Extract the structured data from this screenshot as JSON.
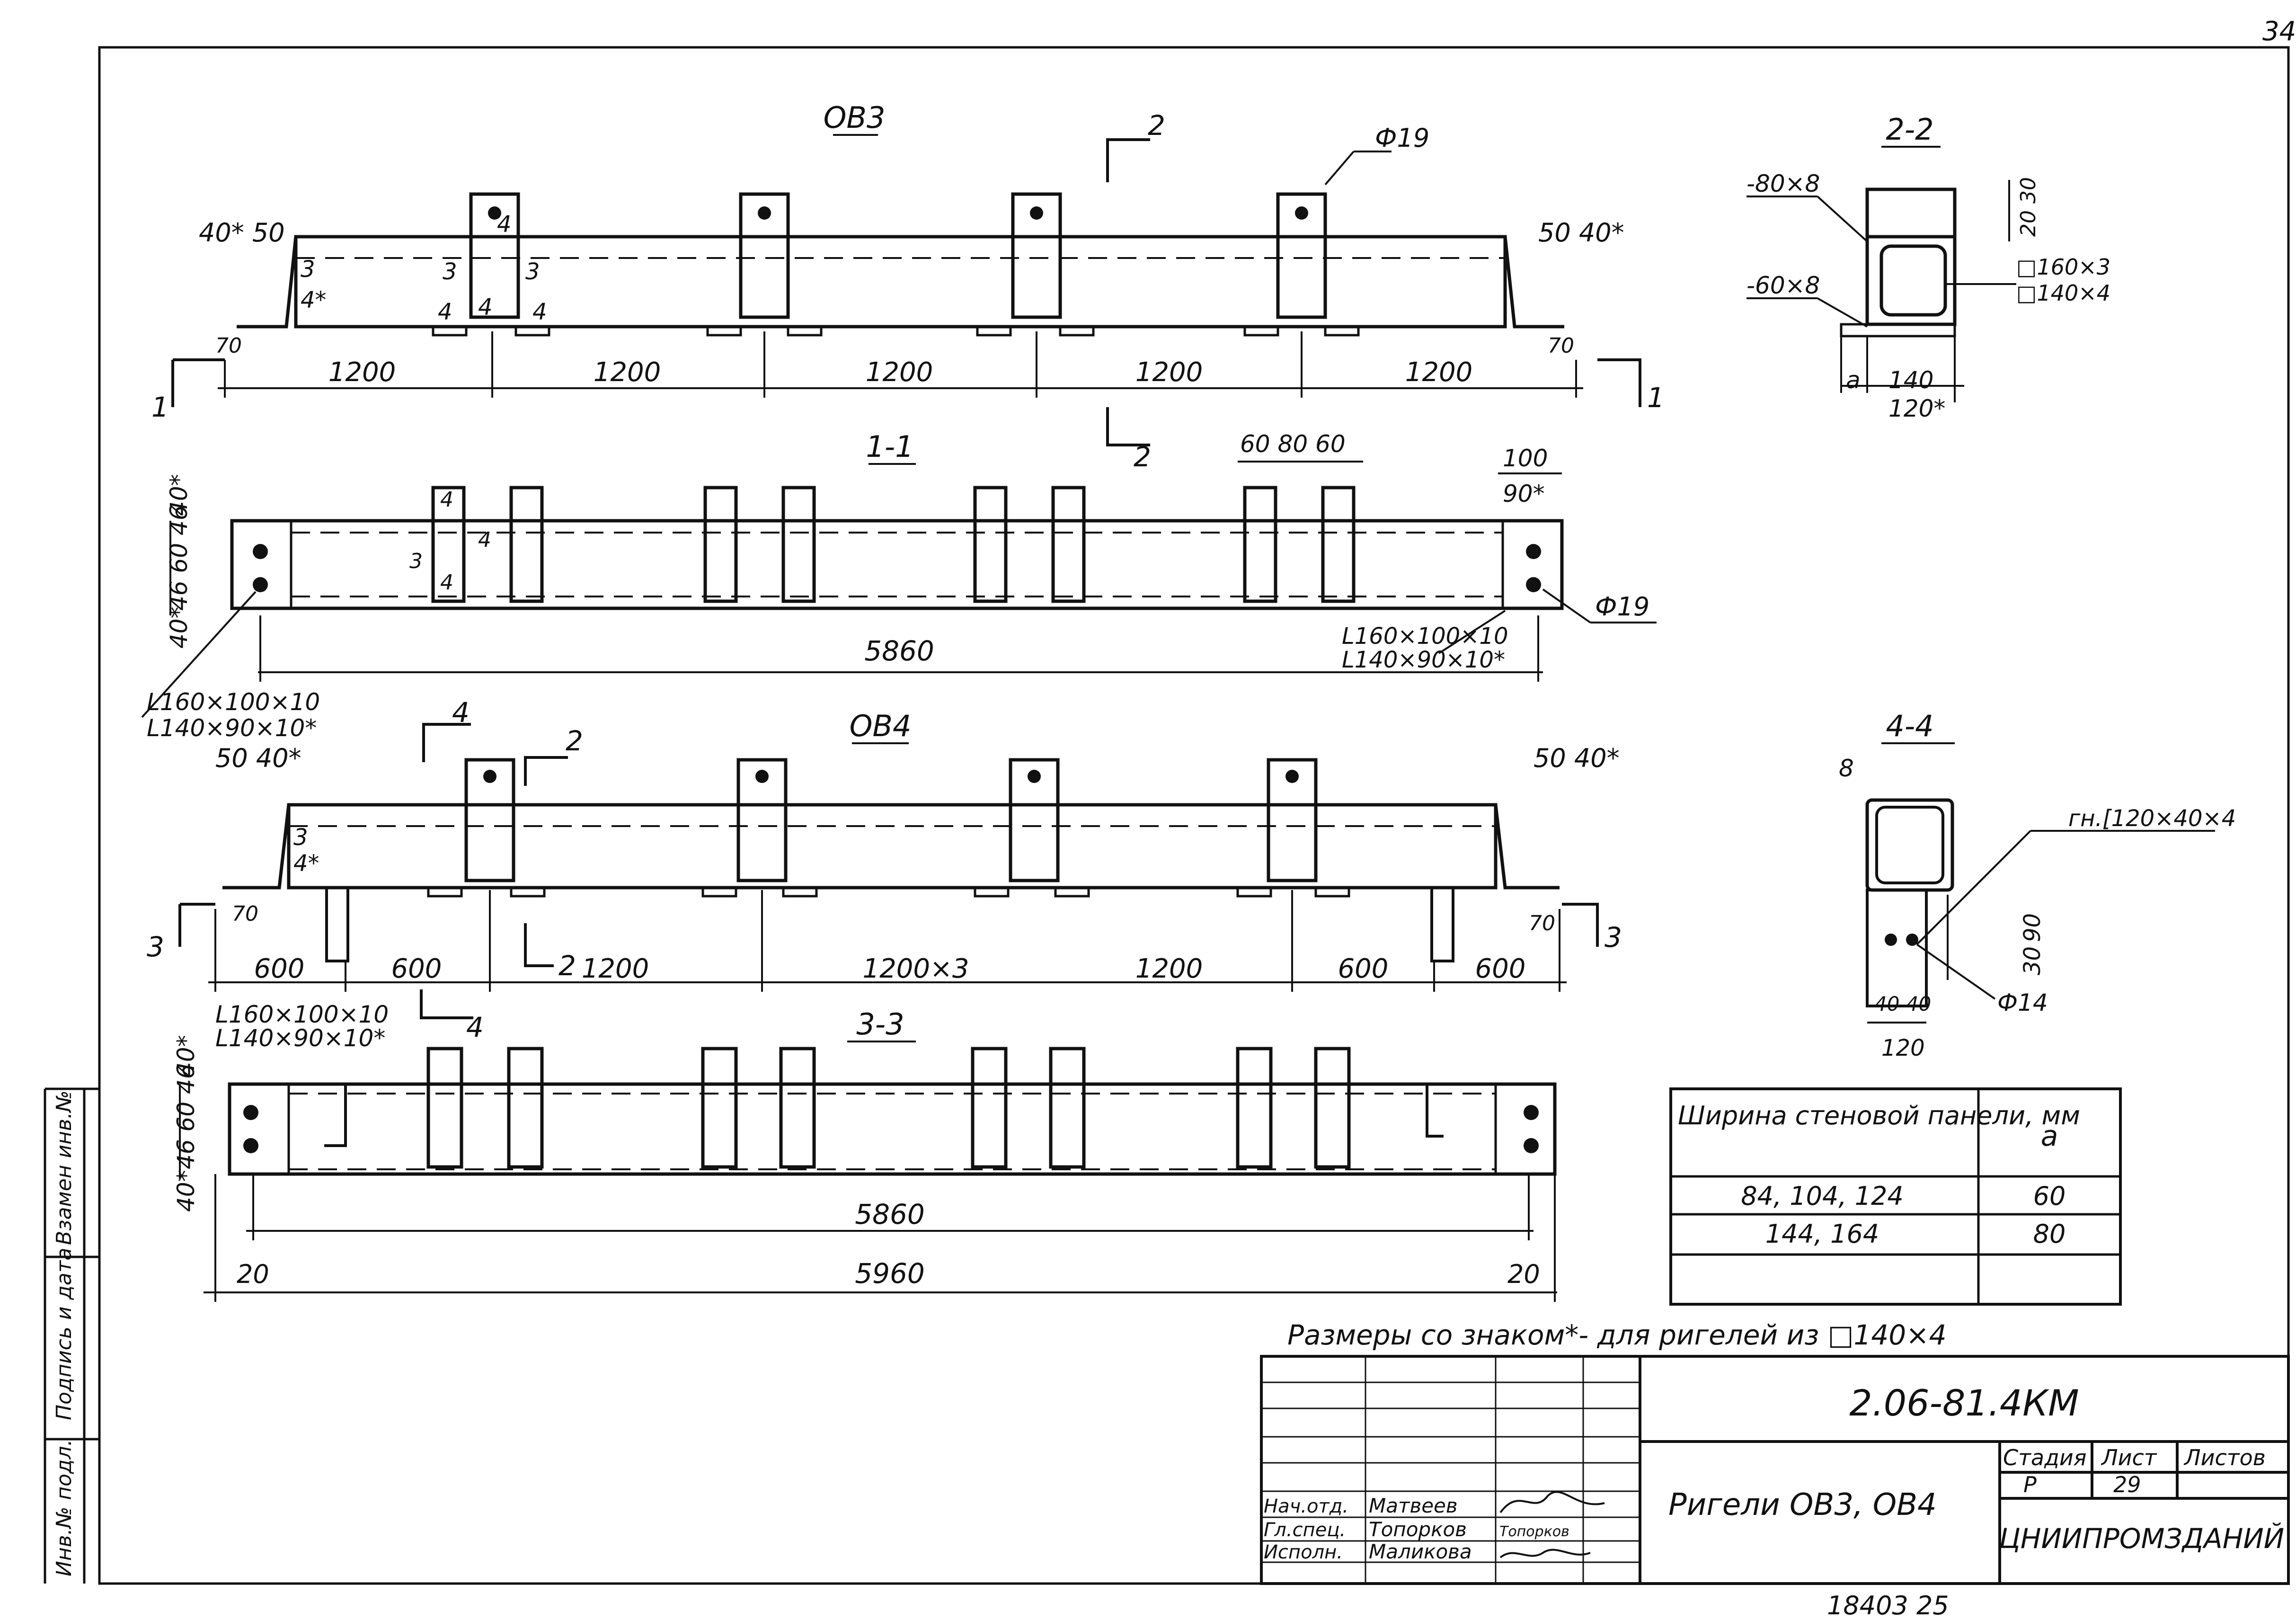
{
  "sheet": {
    "page_number": "34",
    "bottom_code": "18403 25",
    "footnote": "Размеры со знаком*- для ригелей из □140×4"
  },
  "views": {
    "ob3": {
      "title": "ОВ3",
      "phi": "Ф19",
      "left_dims": "40* 50",
      "right_dims": "50 40*",
      "weld_labels": [
        "3",
        "4*",
        "3",
        "3",
        "4",
        "4",
        "4",
        "4"
      ],
      "small_left": "70",
      "small_right": "70",
      "spans": [
        "1200",
        "1200",
        "1200",
        "1200",
        "1200"
      ]
    },
    "sec11": {
      "title": "1-1",
      "top_dims": "60 80 60",
      "right_top": "100",
      "right_top2": "90*",
      "left_stack": "46 60 46",
      "left_40a": "40*",
      "left_40b": "40*",
      "length": "5860",
      "phi": "Ф19",
      "angle1": "L160×100×10",
      "angle2": "L140×90×10*",
      "left_angle1": "L160×100×10",
      "left_angle2": "L140×90×10*",
      "weld": [
        "4",
        "4",
        "3",
        "4"
      ]
    },
    "ob4": {
      "title": "ОВ4",
      "left_dims": "50 40*",
      "right_dims": "50 40*",
      "weld": [
        "3",
        "4*"
      ],
      "small_left": "70",
      "small_right": "70",
      "spans": [
        "600",
        "600",
        "1200",
        "1200×3",
        "1200",
        "600",
        "600"
      ],
      "cut_label": "2"
    },
    "sec33": {
      "title": "3-3",
      "angle1": "L160×100×10",
      "angle2": "L140×90×10*",
      "left_stack": "46 60 46",
      "left_40a": "40*",
      "left_40b": "40*",
      "inner_length": "5860",
      "total_length": "5960",
      "end_left": "20",
      "end_right": "20"
    },
    "sec22": {
      "title": "2-2",
      "plate1": "-80×8",
      "plate2": "-60×8",
      "tube1": "□160×3",
      "tube2": "□140×4",
      "dims_r": [
        "30",
        "20"
      ],
      "dim_a": "a",
      "dim_140": "140",
      "dim_120": "120*"
    },
    "sec44": {
      "title": "4-4",
      "dim8": "8",
      "channel": "гн.[120×40×4",
      "dims_r": [
        "90",
        "30"
      ],
      "dims_b": "40 40",
      "dim_120": "120",
      "hole": "Ф14"
    }
  },
  "section_marks": {
    "two_top": "2",
    "two_bottom": "2",
    "one_left": "1",
    "one_right": "1",
    "four_top": "4",
    "two_ob4": "2",
    "three_left": "3",
    "three_right": "3",
    "four_bottom": "4"
  },
  "panel_table": {
    "header_col1": "Ширина стеновой панели, мм",
    "header_col2": "a",
    "rows": [
      {
        "widths": "84, 104, 124",
        "a": "60"
      },
      {
        "widths": "144, 164",
        "a": "80"
      }
    ]
  },
  "side_strip": [
    "Инв.№ подл.",
    "Подпись и дата",
    "Взамен инв.№"
  ],
  "title_block": {
    "code": "2.06-81.4КМ",
    "name": "Ригели ОВ3, ОВ4",
    "stage_header": "Стадия",
    "sheet_header": "Лист",
    "sheets_header": "Листов",
    "stage": "Р",
    "sheet": "29",
    "org": "ЦНИИПРОМЗДАНИЙ",
    "people": [
      {
        "role": "Нач.отд.",
        "name": "Матвеев"
      },
      {
        "role": "Гл.спец.",
        "name": "Топорков"
      },
      {
        "role": "Исполн.",
        "name": "Маликова"
      }
    ],
    "signature_text": "Топорков"
  }
}
